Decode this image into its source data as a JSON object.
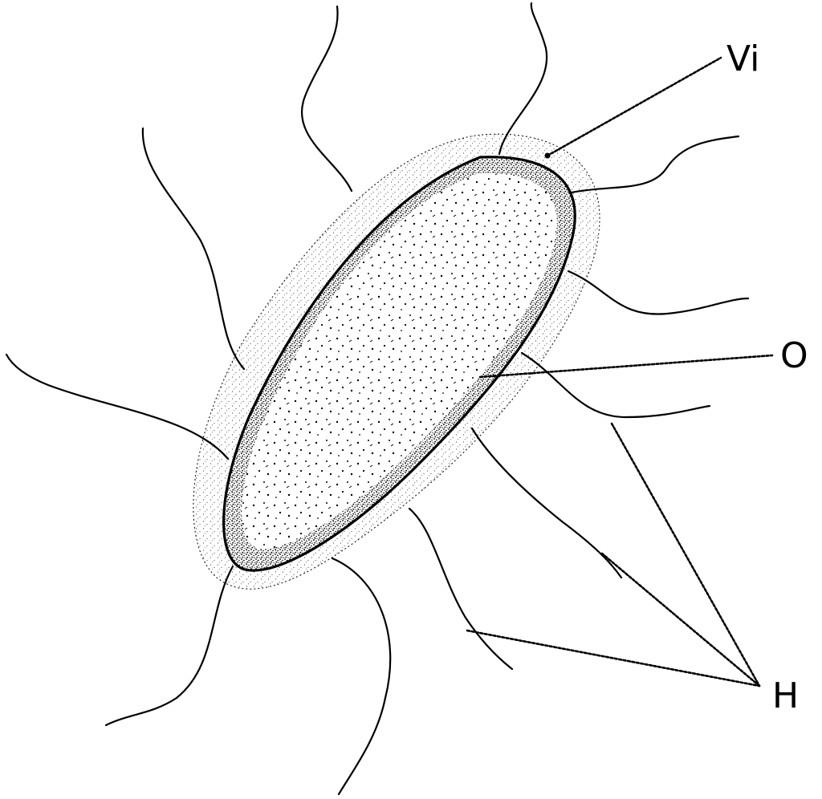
{
  "labels": {
    "vi": "Vi",
    "o": "O",
    "h": "H"
  },
  "colors": {
    "ink": "#000000",
    "background": "#ffffff"
  }
}
